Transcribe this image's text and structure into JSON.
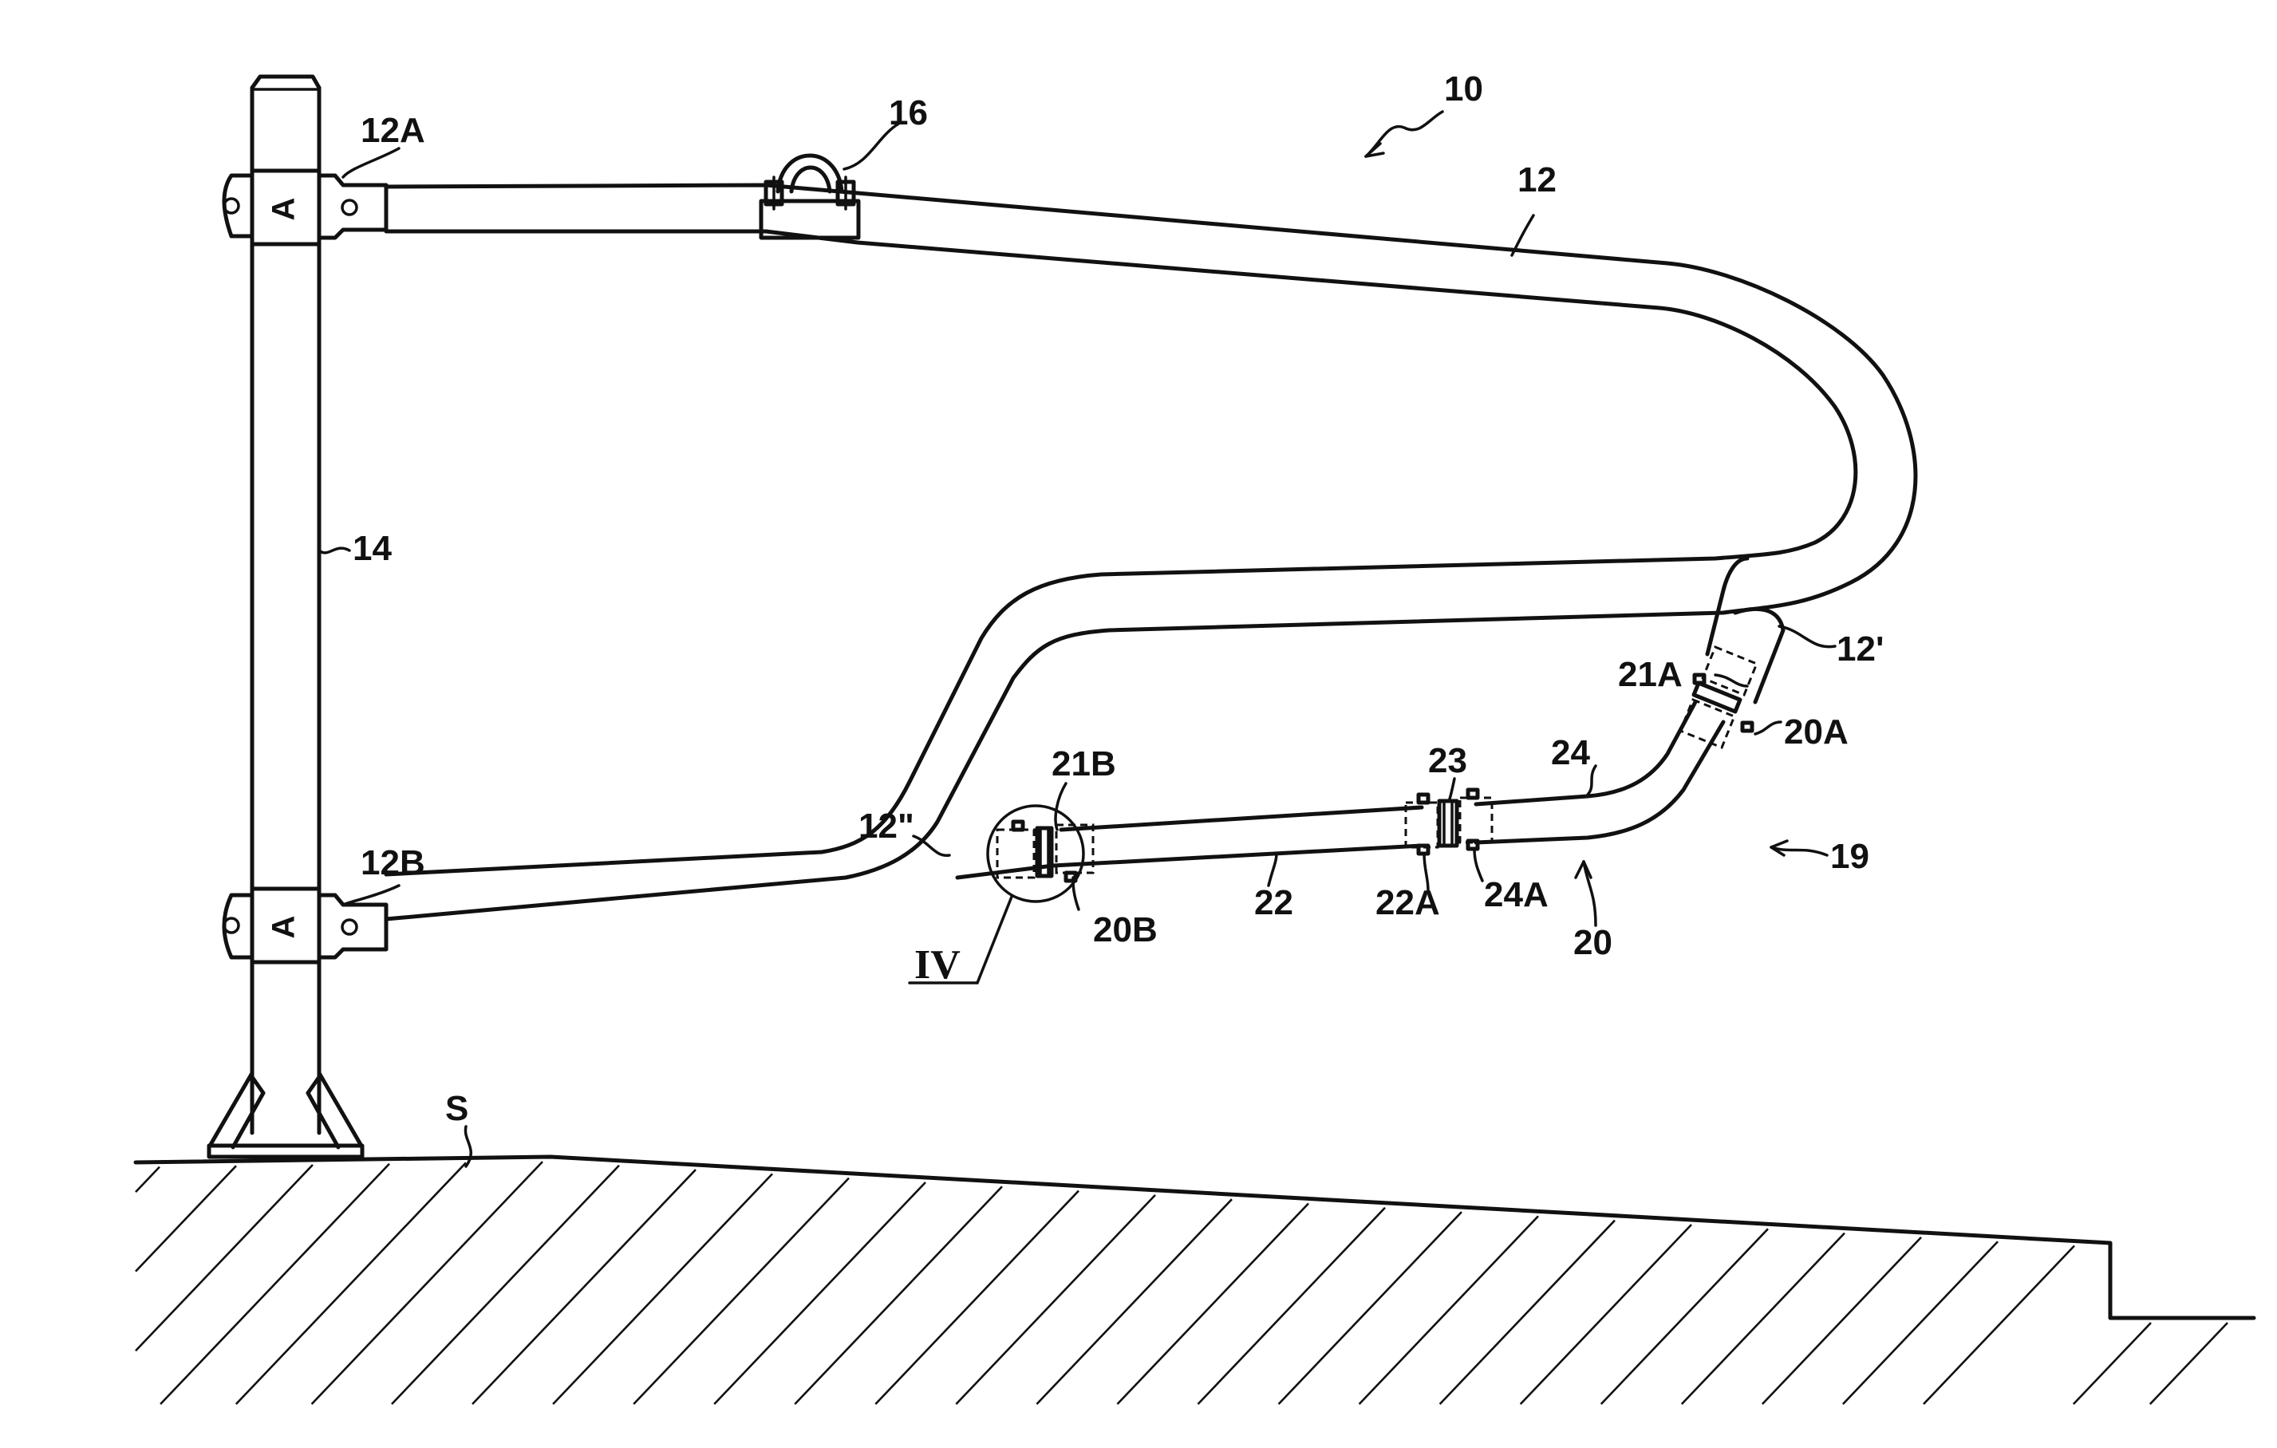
{
  "labels": {
    "assembly": "10",
    "rail": "12",
    "rail_end_top": "12A",
    "rail_end_bottom": "12B",
    "rail_end_prime": "12'",
    "rail_end_double_prime": "12\"",
    "post": "14",
    "clamp": "16",
    "kit": "19",
    "connector": "20",
    "connector_end_a": "20A",
    "connector_end_b": "20B",
    "sleeve_a": "21A",
    "sleeve_b": "21B",
    "tube_left": "22",
    "tube_left_end": "22A",
    "joint": "23",
    "tube_right": "24",
    "tube_right_end": "24A",
    "ground": "S",
    "detail_ref": "IV"
  },
  "post_marks": {
    "top": "A",
    "bottom": "A"
  },
  "colors": {
    "line": "#111111",
    "background": "#ffffff"
  }
}
